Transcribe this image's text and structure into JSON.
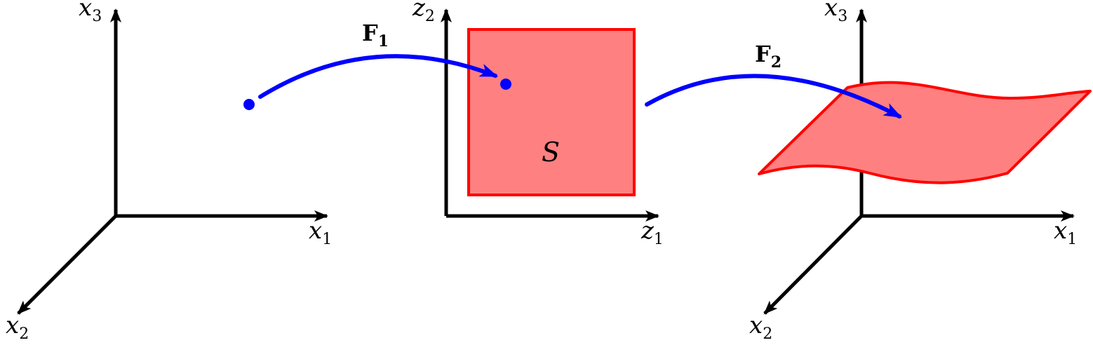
{
  "colors": {
    "axis": "#000000",
    "mapping_arrow": "#0000ff",
    "region_fill": "#ff8080",
    "region_stroke": "#ff0000"
  },
  "icons": {
    "axis_head": "arrowhead-icon",
    "mapping_head": "arrowhead-icon",
    "point": "point-dot-icon"
  },
  "left_frame": {
    "x1": {
      "base": "x",
      "sub": "1"
    },
    "x2": {
      "base": "x",
      "sub": "2"
    },
    "x3": {
      "base": "x",
      "sub": "3"
    }
  },
  "middle_frame": {
    "z1": {
      "base": "z",
      "sub": "1"
    },
    "z2": {
      "base": "z",
      "sub": "2"
    },
    "region_label": "S"
  },
  "right_frame": {
    "x1": {
      "base": "x",
      "sub": "1"
    },
    "x2": {
      "base": "x",
      "sub": "2"
    },
    "x3": {
      "base": "x",
      "sub": "3"
    }
  },
  "maps": {
    "f1": {
      "base": "F",
      "sub": "1"
    },
    "f2": {
      "base": "F",
      "sub": "2"
    }
  }
}
